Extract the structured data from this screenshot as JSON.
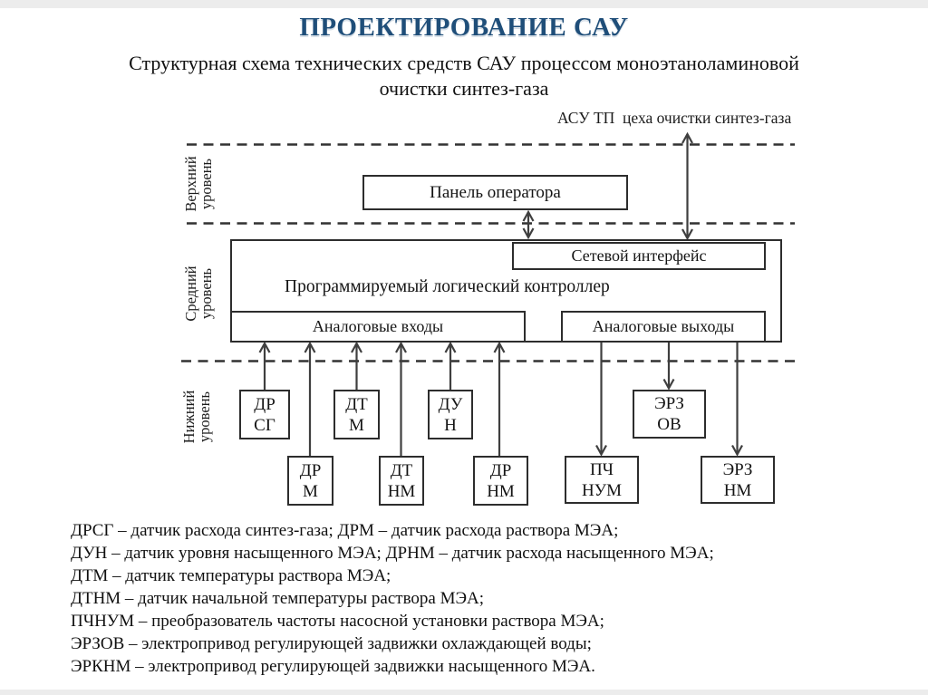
{
  "slide": {
    "title": "ПРОЕКТИРОВАНИЕ САУ",
    "subtitle_line1": "Структурная схема технических средств САУ процессом моноэтаноламиновой",
    "subtitle_line2": "очистки синтез-газа",
    "colors": {
      "title": "#1F4E79",
      "line": "#3f3f3f",
      "border": "#2d2d2d"
    }
  },
  "diagram": {
    "asu_label": "АСУ ТП  цеха очистки синтез-газа",
    "levels": {
      "upper": {
        "line1": "Верхний",
        "line2": "уровень"
      },
      "middle": {
        "line1": "Средний",
        "line2": "уровень"
      },
      "lower": {
        "line1": "Нижний",
        "line2": "уровень"
      }
    },
    "operator_panel": "Панель оператора",
    "plc_label": "Программируемый логический контроллер",
    "network_interface": "Сетевой интерфейс",
    "analog_inputs": "Аналоговые входы",
    "analog_outputs": "Аналоговые выходы",
    "sensors": [
      {
        "id": "drsg",
        "line1": "ДР",
        "line2": "СГ"
      },
      {
        "id": "drm",
        "line1": "ДР",
        "line2": "М"
      },
      {
        "id": "dtm",
        "line1": "ДТ",
        "line2": "М"
      },
      {
        "id": "dtnm",
        "line1": "ДТ",
        "line2": "НМ"
      },
      {
        "id": "dun",
        "line1": "ДУ",
        "line2": "Н"
      },
      {
        "id": "drnm",
        "line1": "ДР",
        "line2": "НМ"
      }
    ],
    "actuators": [
      {
        "id": "pchnum",
        "line1": "ПЧ",
        "line2": "НУМ"
      },
      {
        "id": "erzov",
        "line1": "ЭРЗ",
        "line2": "ОВ"
      },
      {
        "id": "erznm",
        "line1": "ЭРЗ",
        "line2": "НМ"
      }
    ]
  },
  "legend": {
    "lines": [
      "ДРСГ – датчик расхода синтез-газа; ДРМ – датчик расхода раствора МЭА;",
      "ДУН – датчик уровня насыщенного МЭА; ДРНМ – датчик расхода насыщенного МЭА;",
      "ДТМ – датчик температуры раствора МЭА;",
      "ДТНМ – датчик начальной температуры раствора МЭА;",
      "ПЧНУМ – преобразователь частоты насосной установки раствора МЭА;",
      "ЭРЗОВ – электропривод регулирующей задвижки охлаждающей воды;",
      "ЭРКНМ – электропривод регулирующей задвижки насыщенного МЭА."
    ]
  }
}
